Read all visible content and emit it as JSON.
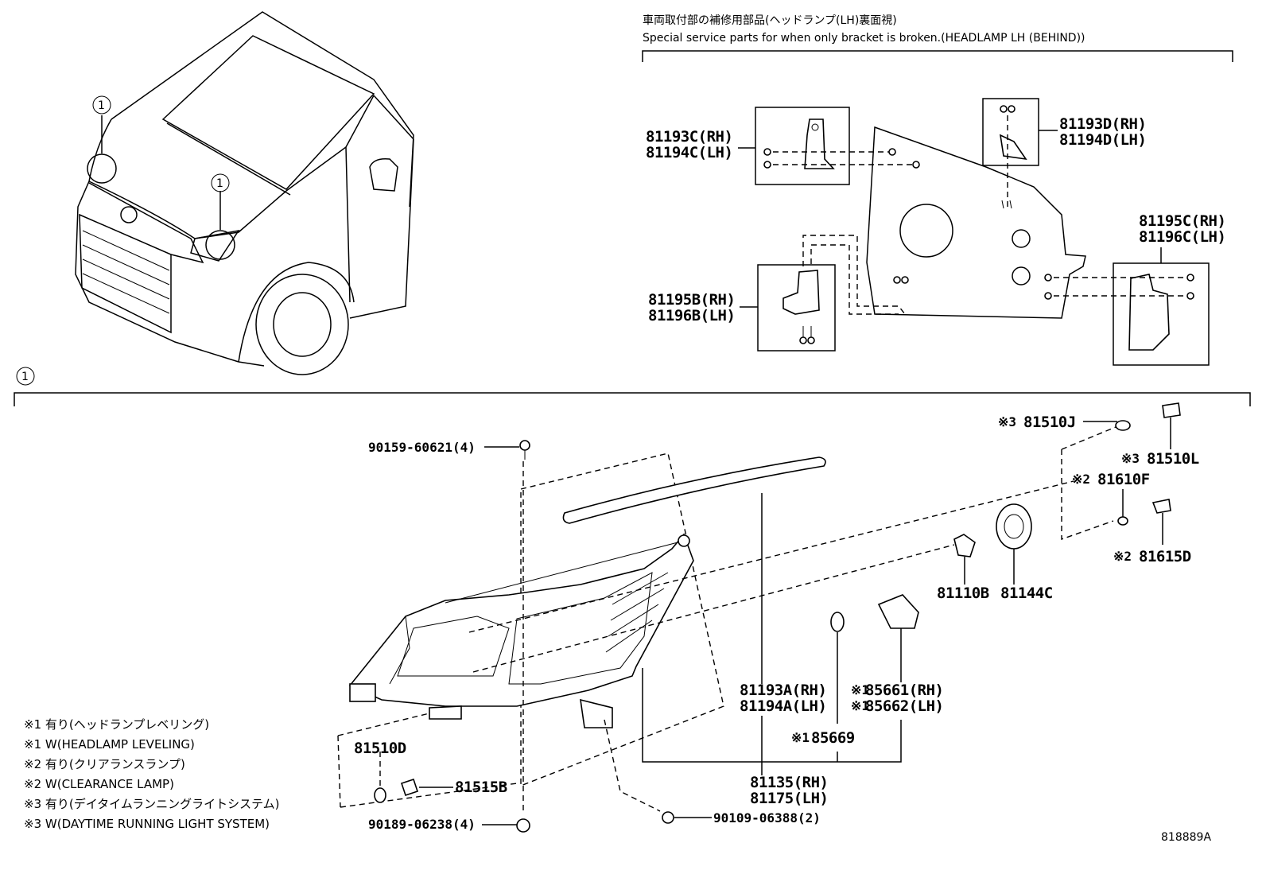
{
  "header": {
    "title_jp": "車両取付部の補修用部品(ヘッドランプ(LH)裏面視)",
    "title_en": "Special service parts for when only bracket is broken.(HEADLAMP LH (BEHIND))"
  },
  "callout_number": "1",
  "bracket_parts": {
    "p81193C": "81193C(RH)",
    "p81194C": "81194C(LH)",
    "p81193D": "81193D(RH)",
    "p81194D": "81194D(LH)",
    "p81195B": "81195B(RH)",
    "p81196B": "81196B(LH)",
    "p81195C": "81195C(RH)",
    "p81196C": "81196C(LH)"
  },
  "main_parts": {
    "p90159": "90159-60621(4)",
    "p81510J_mark": "※3",
    "p81510J": "81510J",
    "p81510L_mark": "※3",
    "p81510L": "81510L",
    "p81610F_mark": "※2",
    "p81610F": "81610F",
    "p81615D_mark": "※2",
    "p81615D": "81615D",
    "p81110B": "81110B",
    "p81144C": "81144C",
    "p81193A": "81193A(RH)",
    "p81194A": "81194A(LH)",
    "p85661_mark": "※1",
    "p85661": "85661(RH)",
    "p85662_mark": "※1",
    "p85662": "85662(LH)",
    "p85669_mark": "※1",
    "p85669": "85669",
    "p81135": "81135(RH)",
    "p81175": "81175(LH)",
    "p81510D": "81510D",
    "p81515B": "81515B",
    "p90189": "90189-06238(4)",
    "p90109": "90109-06388(2)"
  },
  "notes": [
    "※1 有り(ヘッドランプレベリング)",
    "※1 W(HEADLAMP LEVELING)",
    "※2 有り(クリアランスランプ)",
    "※2 W(CLEARANCE LAMP)",
    "※3 有り(デイタイムランニングライトシステム)",
    "※3 W(DAYTIME RUNNING LIGHT SYSTEM)"
  ],
  "figure_id": "818889A"
}
